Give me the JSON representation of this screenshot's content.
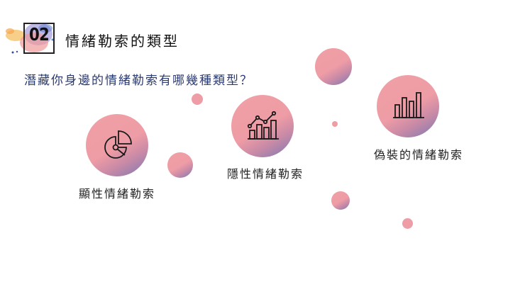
{
  "header": {
    "section_number": "02",
    "title": "情緒勒索的類型"
  },
  "subtitle": "潛藏你身邊的情緒勒索有哪幾種類型？",
  "items": [
    {
      "label": "顯性情緒勒索",
      "icon": "pie-chart-icon"
    },
    {
      "label": "隱性情緒勒索",
      "icon": "line-bar-chart-icon"
    },
    {
      "label": "偽裝的情緒勒索",
      "icon": "bar-chart-icon"
    }
  ],
  "colors": {
    "circle_pink": "#ee9ca5",
    "circle_purple": "#7a78b4",
    "subtitle_navy": "#2a3a73"
  }
}
